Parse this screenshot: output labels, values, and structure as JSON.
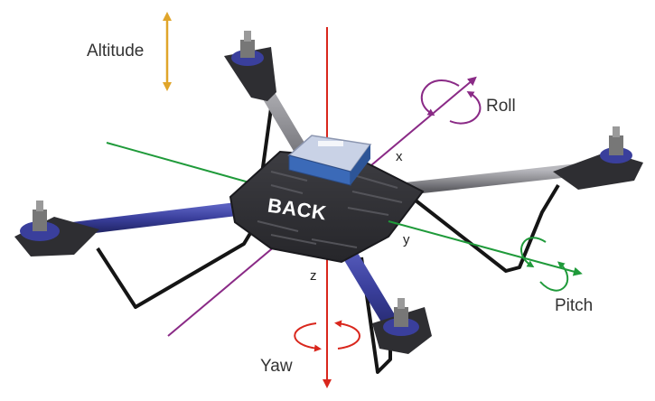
{
  "labels": {
    "altitude": "Altitude",
    "roll": "Roll",
    "pitch": "Pitch",
    "yaw": "Yaw",
    "back": "BACK",
    "axis_x": "x",
    "axis_y": "y",
    "axis_z": "z"
  },
  "colors": {
    "altitude": "#e0a52a",
    "roll": "#8a2a86",
    "pitch": "#1f9a3a",
    "yaw": "#d9261c",
    "frame": "#2e2e32",
    "arm_blue": "#3a3f9c",
    "arm_gray": "#8e8e93",
    "legs": "#151515"
  },
  "icons": {
    "altitude": "double-headed-vertical-arrow",
    "roll": "circular-rotation-arrow",
    "pitch": "circular-rotation-arrow",
    "yaw": "circular-rotation-arrow"
  }
}
